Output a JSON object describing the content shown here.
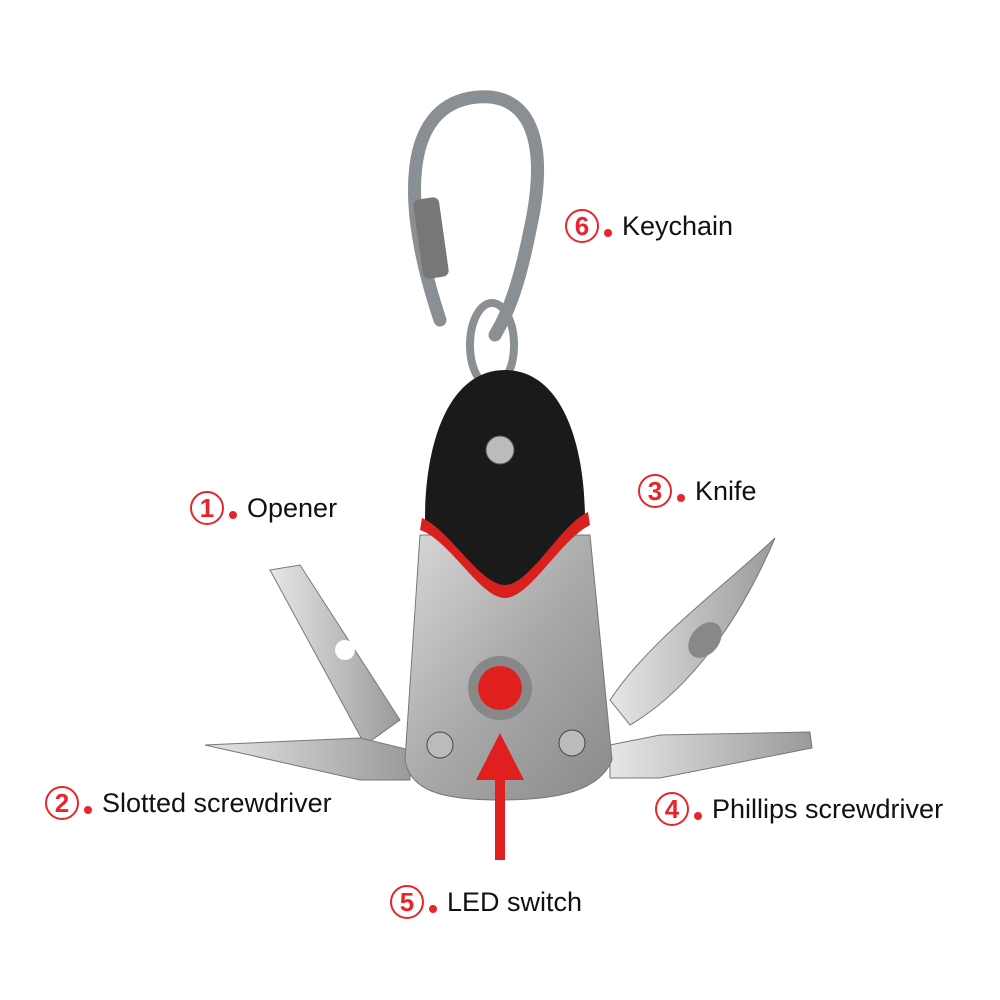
{
  "accent_color": "#e8252b",
  "labels": [
    {
      "number": "1",
      "text": "Opener"
    },
    {
      "number": "2",
      "text": "Slotted screwdriver"
    },
    {
      "number": "3",
      "text": "Knife"
    },
    {
      "number": "4",
      "text": "Phillips screwdriver"
    },
    {
      "number": "5",
      "text": "LED switch"
    },
    {
      "number": "6",
      "text": "Keychain"
    }
  ]
}
